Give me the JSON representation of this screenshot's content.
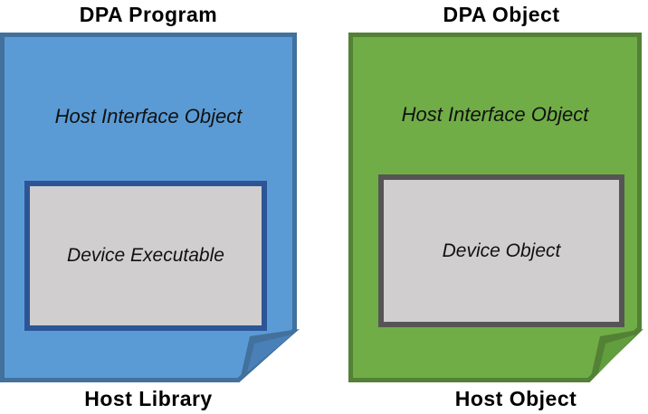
{
  "diagram": {
    "panels": [
      {
        "id": "dpa-program",
        "top_label": "DPA Program",
        "bottom_label": "Host Library",
        "page_text": "Host Interface Object",
        "inner_box_text": "Device Executable",
        "colors": {
          "page_body": "#5B9BD5",
          "page_border": "#41719C",
          "fold_shadow": "#41719C",
          "fold_highlight": "#4A80B8",
          "inner_box_border": "#2C5597",
          "inner_box_fill": "#D0CECE"
        }
      },
      {
        "id": "dpa-object",
        "top_label": "DPA Object",
        "bottom_label": "Host Object",
        "page_text": "Host Interface Object",
        "inner_box_text": "Device Object",
        "colors": {
          "page_body": "#70AD47",
          "page_border": "#538135",
          "fold_shadow": "#538135",
          "fold_highlight": "#619F3E",
          "inner_box_border": "#555555",
          "inner_box_fill": "#D0CECE"
        }
      }
    ]
  }
}
